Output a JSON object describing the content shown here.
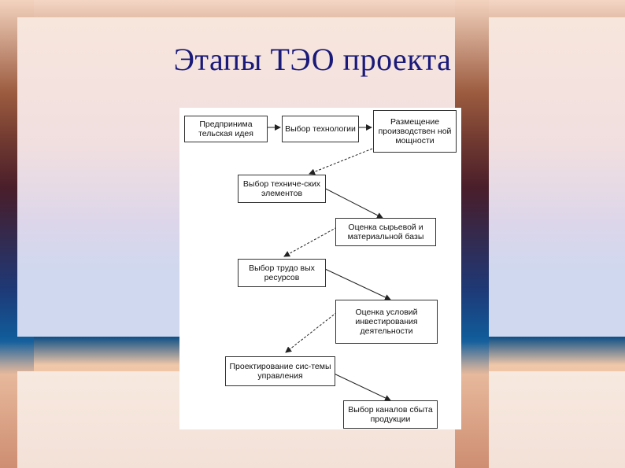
{
  "title": "Этапы ТЭО проекта",
  "steps": [
    {
      "label": "Предпринима тельская идея"
    },
    {
      "label": "Выбор технологии"
    },
    {
      "label": "Размещение производствен ной мощности"
    },
    {
      "label": "Выбор техниче-ских элементов"
    },
    {
      "label": "Оценка сырьевой и материальной базы"
    },
    {
      "label": "Выбор трудо вых ресурсов"
    },
    {
      "label": "Оценка условий инвестирования деятельности"
    },
    {
      "label": "Проектирование сис-темы управления"
    },
    {
      "label": "Выбор каналов сбыта продукции"
    }
  ],
  "colors": {
    "title": "#1a1a7a"
  }
}
